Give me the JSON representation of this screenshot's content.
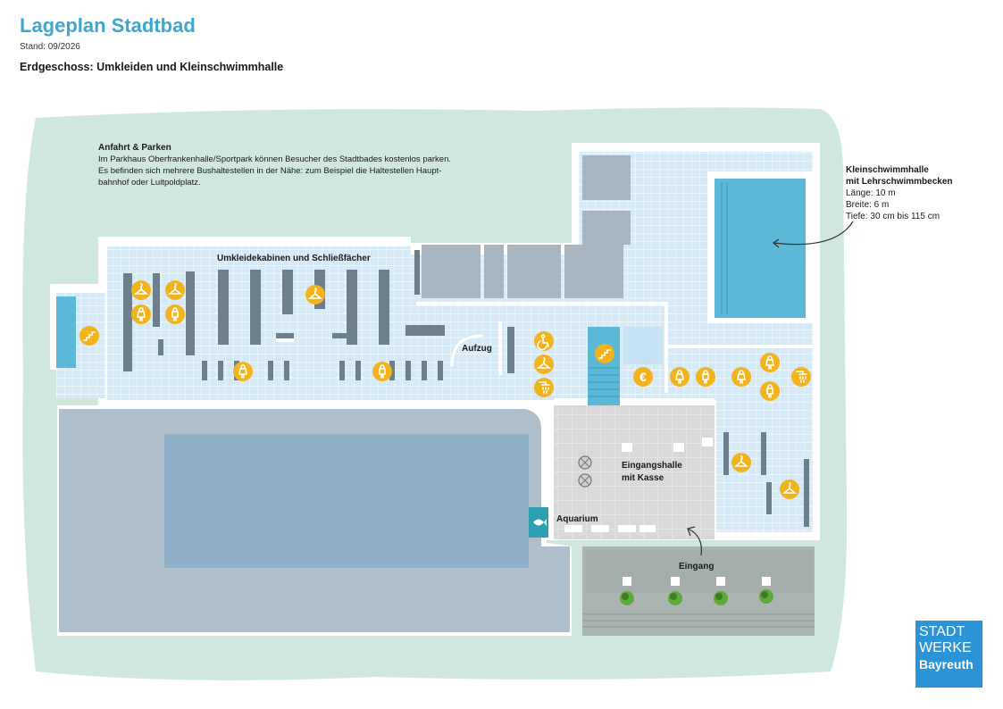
{
  "header": {
    "title": "Lageplan Stadtbad",
    "stand": "Stand: 09/2026",
    "subtitle": "Erdgeschoss: Umkleiden und Kleinschwimmhalle"
  },
  "parking": {
    "heading": "Anfahrt & Parken",
    "lines": [
      "Im Parkhaus Oberfrankenhalle/Sportpark können Besucher des Stadtbades kostenlos parken.",
      "Es befinden sich mehrere Bushaltestellen in der Nähe: zum Beispiel die Haltestellen Haupt-",
      "bahnhof oder Luitpoldplatz."
    ]
  },
  "kleinschwimmhalle": {
    "title_line1": "Kleinschwimmhalle",
    "title_line2": "mit Lehrschwimmbecken",
    "laenge": "Länge: 10 m",
    "breite": "Breite: 6 m",
    "tiefe": "Tiefe: 30 cm bis 115 cm"
  },
  "labels": {
    "umkleide": "Umkleidekabinen und Schließfächer",
    "aufzug": "Aufzug",
    "eingangshalle_1": "Eingangshalle",
    "eingangshalle_2": "mit Kasse",
    "aquarium": "Aquarium",
    "eingang": "Eingang"
  },
  "logo": {
    "line1": "STADT",
    "line2": "WERKE",
    "line3": "Bayreuth"
  },
  "icons": {
    "hanger": "hanger-icon",
    "toilet_female": "toilet-female-icon",
    "toilet_male": "toilet-male-icon",
    "shower": "shower-icon",
    "stairs": "stairs-icon",
    "wheelchair": "wheelchair-icon",
    "euro": "euro-icon",
    "fish": "fish-icon",
    "tree": "tree-icon"
  },
  "colors": {
    "title": "#3fa6cf",
    "icon_badge": "#f2b31d",
    "pool": "#5bb8d6",
    "big_pool": "#8fb0c7",
    "logo": "#2b94d7",
    "background_wash": "#cfe7dd"
  }
}
